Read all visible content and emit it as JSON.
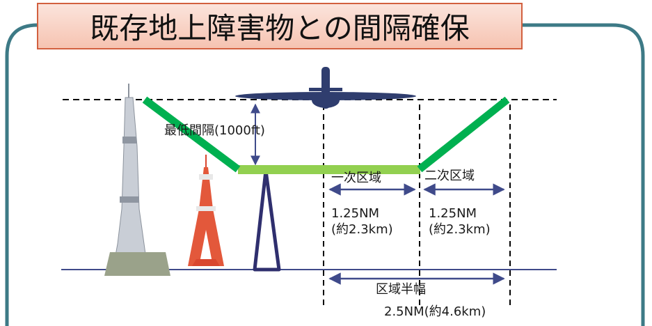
{
  "title": "既存地上障害物との間隔確保",
  "labels": {
    "min_clearance": "最低間隔(1000ft)",
    "primary_area": "一次区域",
    "secondary_area": "二次区域",
    "primary_width": "1.25NM\n(約2.3km)",
    "secondary_width": "1.25NM\n(約2.3km)",
    "half_width_label": "区域半幅",
    "half_width_value": "2.5NM(約4.6km)"
  },
  "colors": {
    "frame": "#3d7a86",
    "title_border": "#d2603f",
    "primary_surface": "#92d050",
    "secondary_surface": "#00b050",
    "arrows": "#3f4a8a",
    "aircraft": "#2f3d6e",
    "obstacle": "#2f2f6e"
  }
}
